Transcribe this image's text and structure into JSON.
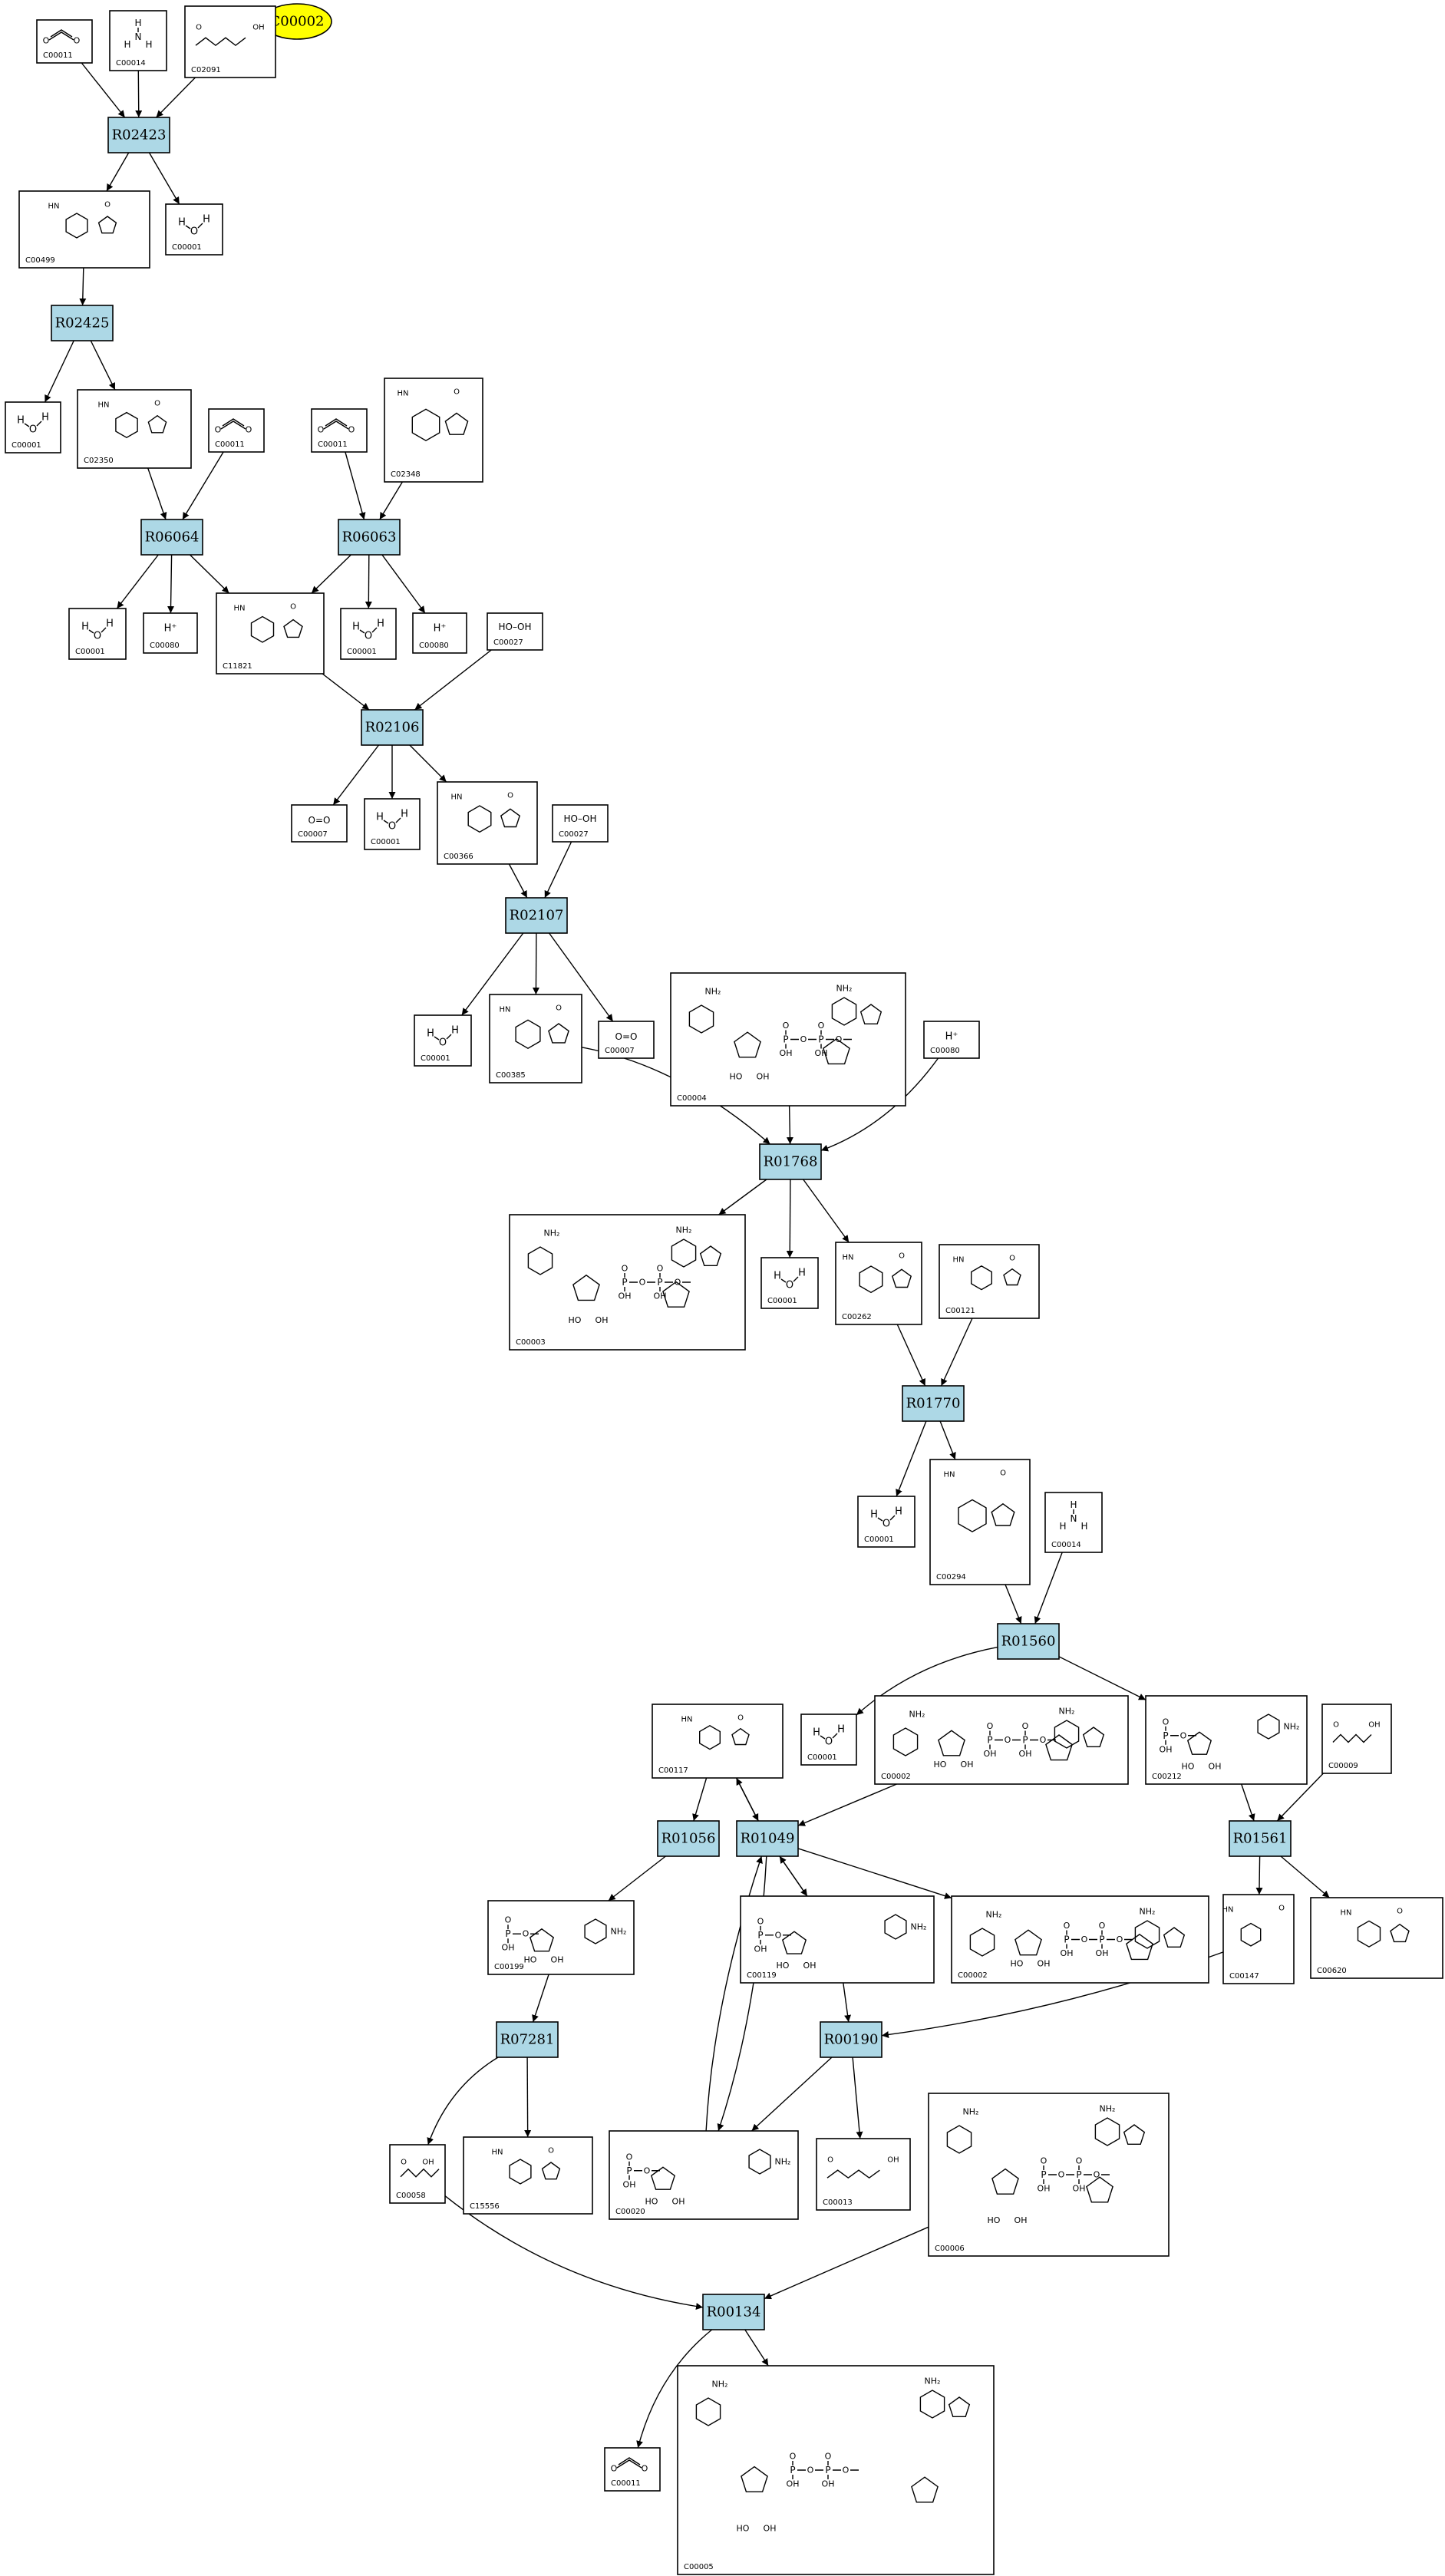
{
  "diagram": {
    "highlight": {
      "id": "C00002",
      "color": "#ffff00"
    },
    "reaction_color": "#add8e6",
    "reactions": [
      "R02423",
      "R02425",
      "R06064",
      "R06063",
      "R02106",
      "R02107",
      "R01768",
      "R01770",
      "R01560",
      "R01056",
      "R01049",
      "R01561",
      "R07281",
      "R00190",
      "R00134"
    ],
    "compounds": [
      {
        "key": "c1",
        "id": "C00011",
        "formula": "O=C=O"
      },
      {
        "key": "c2",
        "id": "C00014",
        "formula": "NH3"
      },
      {
        "key": "c3",
        "id": "C02091"
      },
      {
        "key": "c4",
        "id": "C00499"
      },
      {
        "key": "c5",
        "id": "C00001",
        "formula": "H2O"
      },
      {
        "key": "c6",
        "id": "C00001",
        "formula": "H2O"
      },
      {
        "key": "c7",
        "id": "C02350"
      },
      {
        "key": "c8",
        "id": "C00011",
        "formula": "O=C=O"
      },
      {
        "key": "c9",
        "id": "C00011",
        "formula": "O=C=O"
      },
      {
        "key": "c10",
        "id": "C02348"
      },
      {
        "key": "c11",
        "id": "C00001",
        "formula": "H2O"
      },
      {
        "key": "c12",
        "id": "C00080",
        "formula": "H+"
      },
      {
        "key": "c13",
        "id": "C11821"
      },
      {
        "key": "c14",
        "id": "C00001",
        "formula": "H2O"
      },
      {
        "key": "c15",
        "id": "C00080",
        "formula": "H+"
      },
      {
        "key": "c16",
        "id": "C00027",
        "formula": "HO-OH"
      },
      {
        "key": "c17",
        "id": "C00007",
        "formula": "O=O"
      },
      {
        "key": "c18",
        "id": "C00001",
        "formula": "H2O"
      },
      {
        "key": "c19",
        "id": "C00366"
      },
      {
        "key": "c20",
        "id": "C00027",
        "formula": "HO-OH"
      },
      {
        "key": "c21",
        "id": "C00001",
        "formula": "H2O"
      },
      {
        "key": "c22",
        "id": "C00385"
      },
      {
        "key": "c23",
        "id": "C00007",
        "formula": "O=O"
      },
      {
        "key": "c24",
        "id": "C00004"
      },
      {
        "key": "c25",
        "id": "C00080",
        "formula": "H+"
      },
      {
        "key": "c26",
        "id": "C00003"
      },
      {
        "key": "c27",
        "id": "C00001",
        "formula": "H2O"
      },
      {
        "key": "c28",
        "id": "C00262"
      },
      {
        "key": "c29",
        "id": "C00121"
      },
      {
        "key": "c30",
        "id": "C00001",
        "formula": "H2O"
      },
      {
        "key": "c31",
        "id": "C00294"
      },
      {
        "key": "c32",
        "id": "C00014",
        "formula": "NH3"
      },
      {
        "key": "c33",
        "id": "C00117"
      },
      {
        "key": "c34",
        "id": "C00001",
        "formula": "H2O"
      },
      {
        "key": "c35",
        "id": "C00002"
      },
      {
        "key": "c36",
        "id": "C00212"
      },
      {
        "key": "c37",
        "id": "C00009"
      },
      {
        "key": "c38",
        "id": "C00199"
      },
      {
        "key": "c39",
        "id": "C00119"
      },
      {
        "key": "c40",
        "id": "C00002"
      },
      {
        "key": "c41",
        "id": "C00147"
      },
      {
        "key": "c42",
        "id": "C00620"
      },
      {
        "key": "c43",
        "id": "C00058"
      },
      {
        "key": "c44",
        "id": "C15556"
      },
      {
        "key": "c45",
        "id": "C00020"
      },
      {
        "key": "c46",
        "id": "C00013"
      },
      {
        "key": "c47",
        "id": "C00006"
      },
      {
        "key": "c48",
        "id": "C00011",
        "formula": "O=C=O"
      },
      {
        "key": "c49",
        "id": "C00005"
      }
    ]
  }
}
